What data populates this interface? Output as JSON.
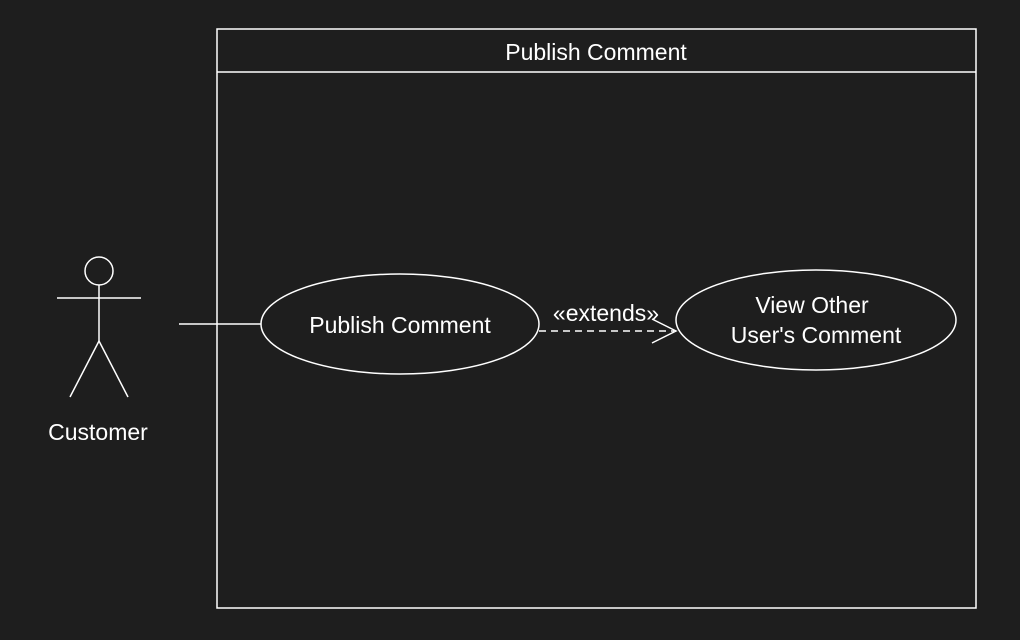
{
  "diagram": {
    "background": "#1e1e1e",
    "stroke_color": "#ffffff",
    "system": {
      "title": "Publish Comment"
    },
    "actor": {
      "label": "Customer"
    },
    "use_cases": {
      "publish": {
        "label": "Publish Comment"
      },
      "view_other": {
        "label_line1": "View Other",
        "label_line2": "User's Comment"
      }
    },
    "relationships": {
      "extends_label": "«extends»"
    }
  }
}
